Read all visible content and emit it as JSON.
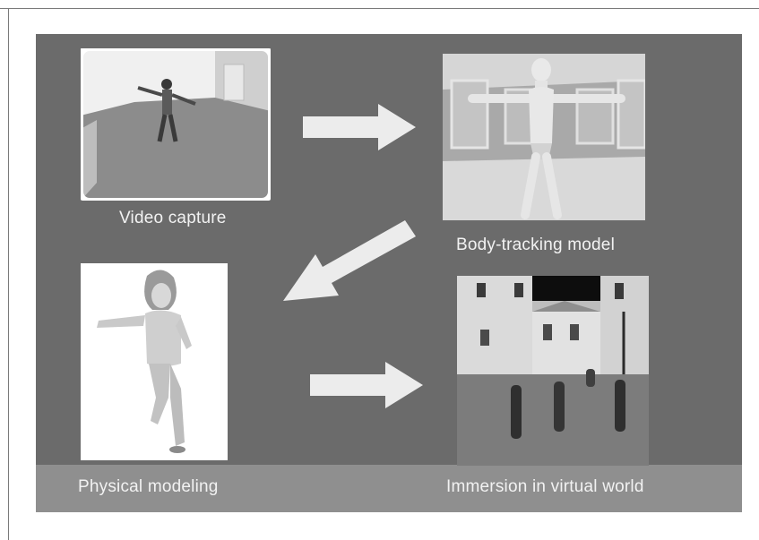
{
  "steps": [
    {
      "caption": "Video capture"
    },
    {
      "caption": "Body-tracking model"
    },
    {
      "caption": "Physical modeling"
    },
    {
      "caption": "Immersion in virtual world"
    }
  ],
  "colors": {
    "panel": "#6b6b6b",
    "band": "#8f8f8f",
    "arrow": "#ececec",
    "caption": "#f2f2f2"
  }
}
